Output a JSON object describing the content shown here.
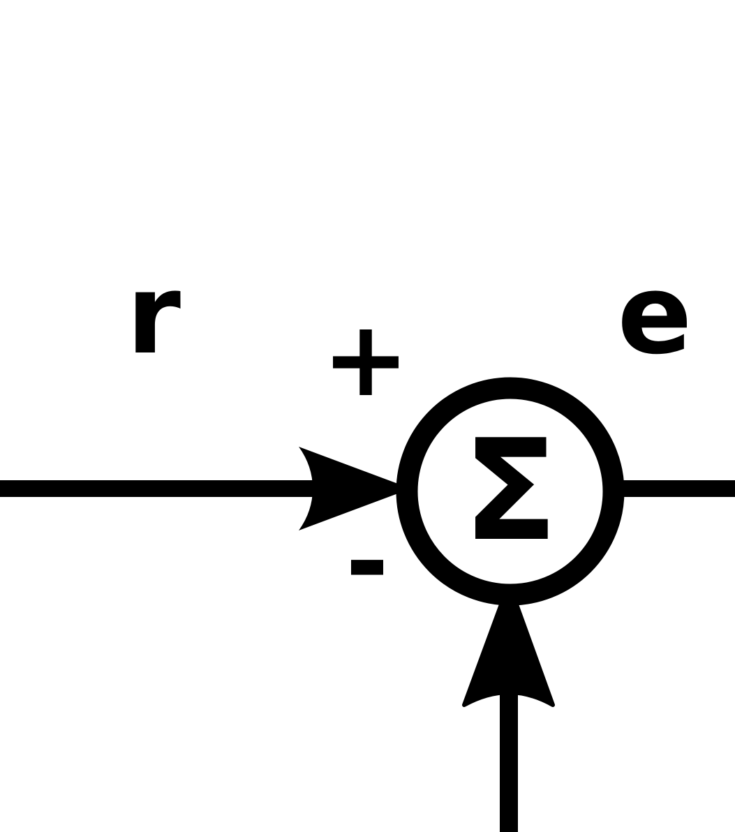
{
  "diagram": {
    "summing_symbol": "Σ",
    "input_label": "r",
    "output_label": "e",
    "plus_sign": "+",
    "minus_sign": "-"
  },
  "colors": {
    "stroke": "#000000",
    "background": "#ffffff"
  }
}
